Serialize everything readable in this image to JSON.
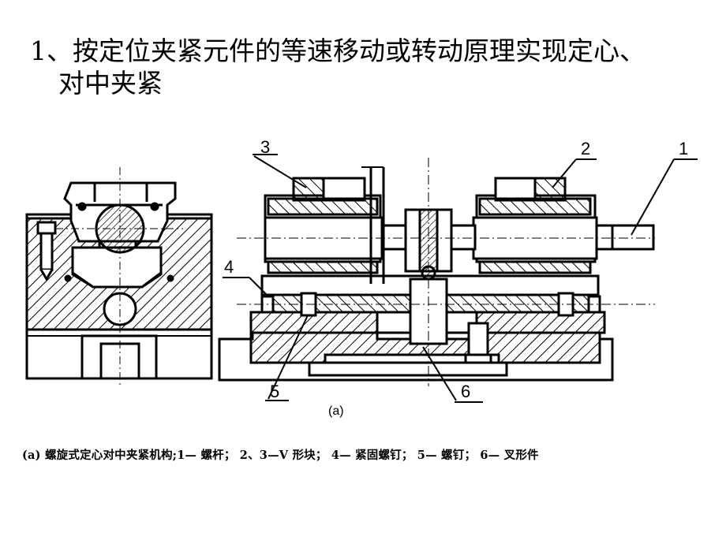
{
  "slide": {
    "title_line1": "1、按定位夹紧元件的等速移动或转动原理实现定心、",
    "title_line2": "对中夹紧"
  },
  "figure": {
    "labels": {
      "n1": "1",
      "n2": "2",
      "n3": "3",
      "n4": "4",
      "n5": "5",
      "n6": "6",
      "sub": "(a)"
    },
    "caption": "(a) 螺旋式定心对中夹紧机构;1— 螺杆； 2、3—V 形块； 4— 紧固螺钉； 5— 螺钉； 6— 叉形件"
  }
}
